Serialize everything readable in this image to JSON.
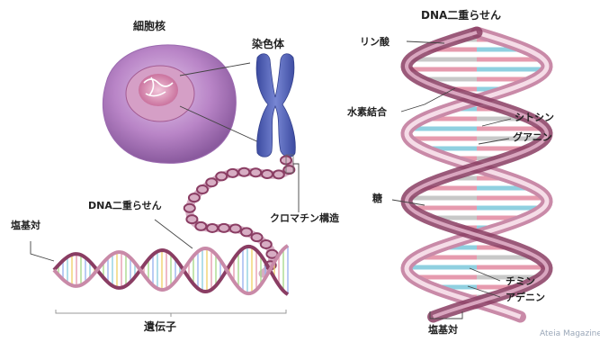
{
  "left": {
    "nucleus_label": "細胞核",
    "chromosome_label": "染色体",
    "chromatin_label": "クロマチン構造",
    "dna_label": "DNA二重らせん",
    "base_pair_label": "塩基対",
    "gene_label": "遺伝子"
  },
  "right": {
    "title": "DNA二重らせん",
    "phosphate_label": "リン酸",
    "hydrogen_bond_label": "水素結合",
    "cytosine_label": "シトシン",
    "guanine_label": "グアニン",
    "sugar_label": "糖",
    "thymine_label": "チミン",
    "adenine_label": "アデニン",
    "base_pair_label": "塩基対"
  },
  "credit": "Ateia Magazine",
  "colors": {
    "nucleus": "#b783c4",
    "chromosome": "#5668b8",
    "strand": "#c98aa8",
    "strand_dark": "#8a3d63",
    "base_cyan": "#8fd0e0",
    "base_pink": "#e69aae"
  }
}
